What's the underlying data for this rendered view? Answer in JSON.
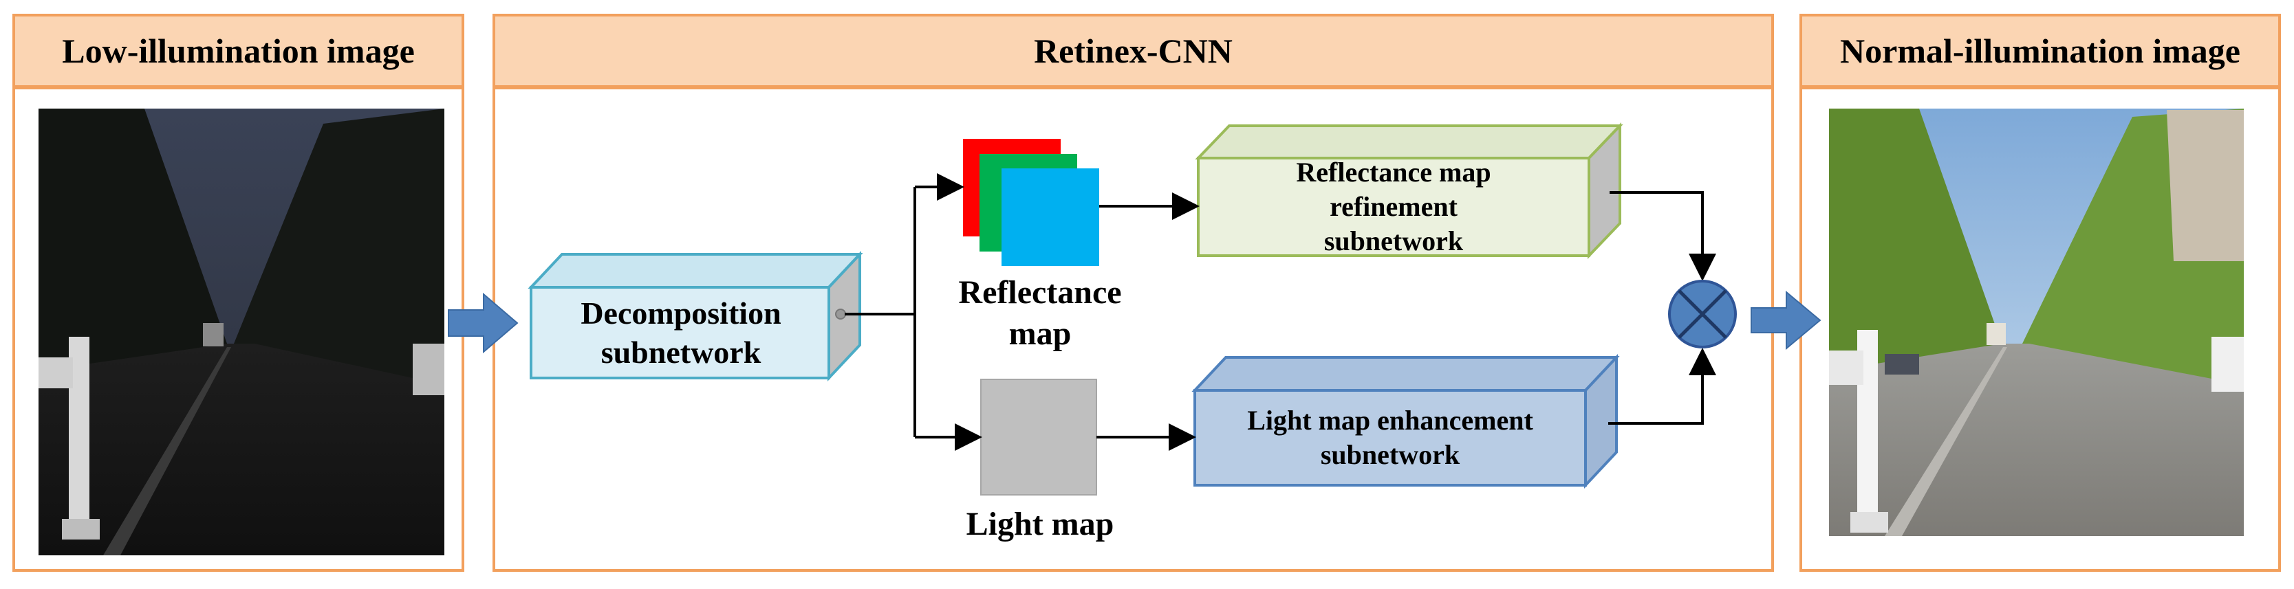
{
  "headers": {
    "low": "Low-illumination image",
    "retinex": "Retinex-CNN",
    "normal": "Normal-illumination image"
  },
  "blocks": {
    "decomposition": "Decomposition subnetwork",
    "reflectance_refine": "Reflectance map refinement subnetwork",
    "light_enhance": "Light map enhancement subnetwork"
  },
  "maps": {
    "reflectance": "Reflectance map",
    "light": "Light map"
  },
  "colors": {
    "header_fill": "#fbd5b3",
    "header_border": "#f2a05d",
    "decomposition_fill": "#dbeef6",
    "decomposition_edge": "#4bacc6",
    "refine_fill": "#ebf1de",
    "refine_edge": "#9bbb59",
    "enhance_fill": "#b8cce4",
    "enhance_edge": "#4f81bd",
    "multiply_fill": "#4f81bd",
    "flow_arrow": "#4f81bd",
    "channel_red": "#ff0000",
    "channel_green": "#00b050",
    "channel_blue": "#00b0f0",
    "light_map": "#bfbfbf"
  },
  "icons": {
    "multiply": "circled-times-icon",
    "flow": "block-arrow-icon"
  }
}
